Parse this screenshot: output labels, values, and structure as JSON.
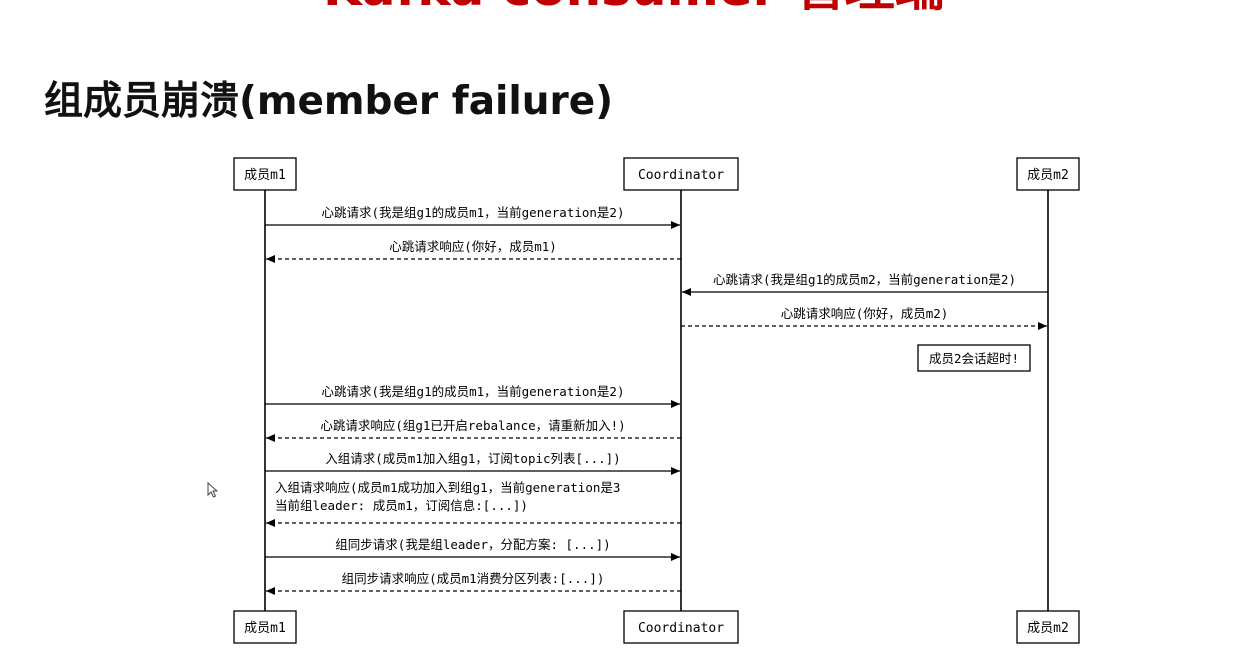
{
  "slide": {
    "top_title_clipped": "Kafka consumer 管理端",
    "title": "组成员崩溃(member failure)"
  },
  "participants": {
    "m1": "成员m1",
    "coordinator": "Coordinator",
    "m2": "成员m2"
  },
  "messages": [
    {
      "from": "m1",
      "to": "coordinator",
      "style": "solid",
      "lines": [
        "心跳请求(我是组g1的成员m1，当前generation是2)"
      ]
    },
    {
      "from": "coordinator",
      "to": "m1",
      "style": "dashed",
      "lines": [
        "心跳请求响应(你好，成员m1)"
      ]
    },
    {
      "from": "m2",
      "to": "coordinator",
      "style": "solid",
      "lines": [
        "心跳请求(我是组g1的成员m2，当前generation是2)"
      ]
    },
    {
      "from": "coordinator",
      "to": "m2",
      "style": "dashed",
      "lines": [
        "心跳请求响应(你好，成员m2)"
      ]
    },
    {
      "from": "m1",
      "to": "coordinator",
      "style": "solid",
      "lines": [
        "心跳请求(我是组g1的成员m1，当前generation是2)"
      ]
    },
    {
      "from": "coordinator",
      "to": "m1",
      "style": "dashed",
      "lines": [
        "心跳请求响应(组g1已开启rebalance，请重新加入!)"
      ]
    },
    {
      "from": "m1",
      "to": "coordinator",
      "style": "solid",
      "lines": [
        "入组请求(成员m1加入组g1，订阅topic列表[...])"
      ]
    },
    {
      "from": "coordinator",
      "to": "m1",
      "style": "dashed",
      "lines": [
        "入组请求响应(成员m1成功加入到组g1，当前generation是3",
        "当前组leader: 成员m1，订阅信息:[...])"
      ]
    },
    {
      "from": "m1",
      "to": "coordinator",
      "style": "solid",
      "lines": [
        "组同步请求(我是组leader，分配方案: [...])"
      ]
    },
    {
      "from": "coordinator",
      "to": "m1",
      "style": "dashed",
      "lines": [
        "组同步请求响应(成员m1消费分区列表:[...])"
      ]
    }
  ],
  "note": {
    "on": "m2",
    "text": "成员2会话超时!"
  }
}
